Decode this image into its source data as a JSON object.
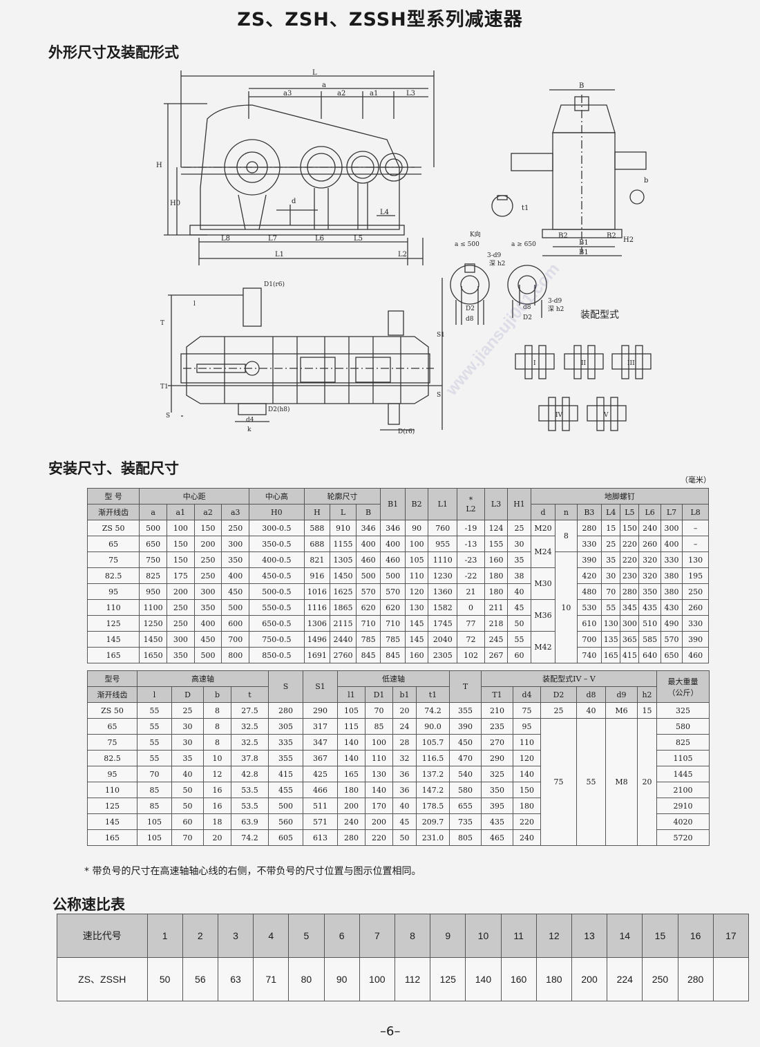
{
  "title": "ZS、ZSH、ZSSH型系列减速器",
  "section1": "外形尺寸及装配形式",
  "section2": "安装尺寸、装配尺寸",
  "section3": "公称速比表",
  "unit": "（毫米）",
  "note": "* 带负号的尺寸在高速轴轴心线的右侧，不带负号的尺寸位置与图示位置相同。",
  "page_number": "–6–",
  "watermark": "www.jiansuji001.com",
  "drawing": {
    "dims": {
      "L": "L",
      "a": "a",
      "a3": "a3",
      "a2": "a2",
      "a1": "a1",
      "L3": "L3",
      "H": "H",
      "H0": "H0",
      "L8": "L8",
      "L7": "L7",
      "L6": "L6",
      "L5": "L5",
      "L1": "L1",
      "L2": "L2",
      "L4": "L4",
      "d": "d",
      "B": "B",
      "B2": "B2",
      "B1a": "B1",
      "B1b": "B1",
      "H2": "H2",
      "t1": "t1",
      "b": "b",
      "D1r6": "D1(r6)",
      "l": "l",
      "T": "T",
      "T1": "T1",
      "S": "S",
      "S1": "S1",
      "s": "S",
      "d4": "d4",
      "k": "k",
      "D2h8": "D2(h8)",
      "Dr6": "D(r6)",
      "Kview": "K向",
      "a_le": "a ≤ 500",
      "a_ge": "a ≥ 650",
      "hole1": "3-d9",
      "deep1": "深 h2",
      "hole2": "3-d9",
      "deep2": "深 h2",
      "D2a": "D2",
      "d8a": "d8",
      "D2b": "D2",
      "d8b": "d8"
    },
    "assembly_title": "装配型式",
    "forms": [
      "I",
      "II",
      "III",
      "IV",
      "V"
    ]
  },
  "table1": {
    "h1": {
      "model": "型 号",
      "center": "中心距",
      "height": "中心高",
      "outline": "轮廓尺寸",
      "B1": "B1",
      "B2": "B2",
      "L1": "L1",
      "L2": "L2",
      "L2star": "*",
      "L3": "L3",
      "H1": "H1",
      "bolt": "地脚螺钉"
    },
    "h2": [
      "渐开线齿",
      "a",
      "a1",
      "a2",
      "a3",
      "H0",
      "H",
      "L",
      "B",
      "d",
      "n",
      "B3",
      "L4",
      "L5",
      "L6",
      "L7",
      "L8"
    ],
    "rows": [
      [
        "ZS 50",
        "500",
        "100",
        "150",
        "250",
        "300-0.5",
        "588",
        "910",
        "346",
        "346",
        "90",
        "760",
        "-19",
        "124",
        "25",
        "280",
        "15",
        "150",
        "240",
        "300",
        "–"
      ],
      [
        "65",
        "650",
        "150",
        "200",
        "300",
        "350-0.5",
        "688",
        "1155",
        "400",
        "400",
        "100",
        "955",
        "-13",
        "155",
        "30",
        "330",
        "25",
        "220",
        "260",
        "400",
        "–"
      ],
      [
        "75",
        "750",
        "150",
        "250",
        "350",
        "400-0.5",
        "821",
        "1305",
        "460",
        "460",
        "105",
        "1110",
        "-23",
        "160",
        "35",
        "390",
        "35",
        "220",
        "320",
        "330",
        "130"
      ],
      [
        "82.5",
        "825",
        "175",
        "250",
        "400",
        "450-0.5",
        "916",
        "1450",
        "500",
        "500",
        "110",
        "1230",
        "-22",
        "180",
        "38",
        "420",
        "30",
        "230",
        "320",
        "380",
        "195"
      ],
      [
        "95",
        "950",
        "200",
        "300",
        "450",
        "500-0.5",
        "1016",
        "1625",
        "570",
        "570",
        "120",
        "1360",
        "21",
        "180",
        "40",
        "480",
        "70",
        "280",
        "350",
        "380",
        "250"
      ],
      [
        "110",
        "1100",
        "250",
        "350",
        "500",
        "550-0.5",
        "1116",
        "1865",
        "620",
        "620",
        "130",
        "1582",
        "0",
        "211",
        "45",
        "530",
        "55",
        "345",
        "435",
        "430",
        "260"
      ],
      [
        "125",
        "1250",
        "250",
        "400",
        "600",
        "650-0.5",
        "1306",
        "2115",
        "710",
        "710",
        "145",
        "1745",
        "77",
        "218",
        "50",
        "610",
        "130",
        "300",
        "510",
        "490",
        "330"
      ],
      [
        "145",
        "1450",
        "300",
        "450",
        "700",
        "750-0.5",
        "1496",
        "2440",
        "785",
        "785",
        "145",
        "2040",
        "72",
        "245",
        "55",
        "700",
        "135",
        "365",
        "585",
        "570",
        "390"
      ],
      [
        "165",
        "1650",
        "350",
        "500",
        "800",
        "850-0.5",
        "1691",
        "2760",
        "845",
        "845",
        "160",
        "2305",
        "102",
        "267",
        "60",
        "740",
        "165",
        "415",
        "640",
        "650",
        "460"
      ]
    ],
    "d_groups": [
      "M20",
      "M24",
      "M30",
      "M36",
      "M42"
    ],
    "n_groups": [
      "8",
      "10"
    ]
  },
  "table2": {
    "h1": {
      "model": "型号",
      "high": "高速轴",
      "S": "S",
      "S1": "S1",
      "low": "低速轴",
      "T": "T",
      "assembly": "装配型式IV – V",
      "weight1": "最大重量",
      "weight2": "（公斤）"
    },
    "h2": [
      "渐开线齿",
      "l",
      "D",
      "b",
      "t",
      "l1",
      "D1",
      "b1",
      "t1",
      "T1",
      "d4",
      "D2",
      "d8",
      "d9",
      "h2"
    ],
    "rows": [
      [
        "ZS 50",
        "55",
        "25",
        "8",
        "27.5",
        "280",
        "290",
        "105",
        "70",
        "20",
        "74.2",
        "355",
        "210",
        "75",
        "325"
      ],
      [
        "65",
        "55",
        "30",
        "8",
        "32.5",
        "305",
        "317",
        "115",
        "85",
        "24",
        "90.0",
        "390",
        "235",
        "95",
        "580"
      ],
      [
        "75",
        "55",
        "30",
        "8",
        "32.5",
        "335",
        "347",
        "140",
        "100",
        "28",
        "105.7",
        "450",
        "270",
        "110",
        "825"
      ],
      [
        "82.5",
        "55",
        "35",
        "10",
        "37.8",
        "355",
        "367",
        "140",
        "110",
        "32",
        "116.5",
        "470",
        "290",
        "120",
        "1105"
      ],
      [
        "95",
        "70",
        "40",
        "12",
        "42.8",
        "415",
        "425",
        "165",
        "130",
        "36",
        "137.2",
        "540",
        "325",
        "140",
        "1445"
      ],
      [
        "110",
        "85",
        "50",
        "16",
        "53.5",
        "455",
        "466",
        "180",
        "140",
        "36",
        "147.2",
        "580",
        "350",
        "150",
        "2100"
      ],
      [
        "125",
        "85",
        "50",
        "16",
        "53.5",
        "500",
        "511",
        "200",
        "170",
        "40",
        "178.5",
        "655",
        "395",
        "180",
        "2910"
      ],
      [
        "145",
        "105",
        "60",
        "18",
        "63.9",
        "560",
        "571",
        "240",
        "200",
        "45",
        "209.7",
        "735",
        "435",
        "220",
        "4020"
      ],
      [
        "165",
        "105",
        "70",
        "20",
        "74.2",
        "605",
        "613",
        "280",
        "220",
        "50",
        "231.0",
        "805",
        "465",
        "240",
        "5720"
      ]
    ],
    "first": {
      "D2": "25",
      "d8": "40",
      "d9": "M6",
      "h2": "15"
    },
    "rest": {
      "D2": "75",
      "d8": "55",
      "d9": "M8",
      "h2": "20"
    }
  },
  "table3": {
    "head": "速比代号",
    "codes": [
      "1",
      "2",
      "3",
      "4",
      "5",
      "6",
      "7",
      "8",
      "9",
      "10",
      "11",
      "12",
      "13",
      "14",
      "15",
      "16",
      "17"
    ],
    "label": "ZS、ZSSH",
    "ratios": [
      "50",
      "56",
      "63",
      "71",
      "80",
      "90",
      "100",
      "112",
      "125",
      "140",
      "160",
      "180",
      "200",
      "224",
      "250",
      "280",
      ""
    ]
  }
}
